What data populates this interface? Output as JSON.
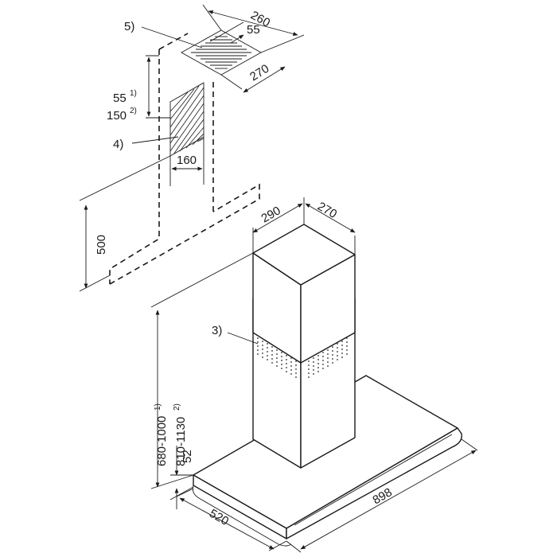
{
  "callouts": {
    "c5": "5)",
    "c4": "4)",
    "c3": "3)"
  },
  "dims": {
    "duct_top_width": "260",
    "duct_top_height": "55",
    "duct_top_depth": "270",
    "wall_offset_a": "55",
    "wall_offset_a_note": "1)",
    "wall_offset_b": "150",
    "wall_offset_b_note": "2)",
    "cutout_width": "160",
    "min_distance": "500",
    "chimney_width": "290",
    "chimney_depth": "270",
    "height_a": "680-1000",
    "height_a_note": "1)",
    "height_b": "810-1130",
    "height_b_note": "2)",
    "canopy_thickness": "52",
    "canopy_depth": "520",
    "canopy_width": "898"
  }
}
